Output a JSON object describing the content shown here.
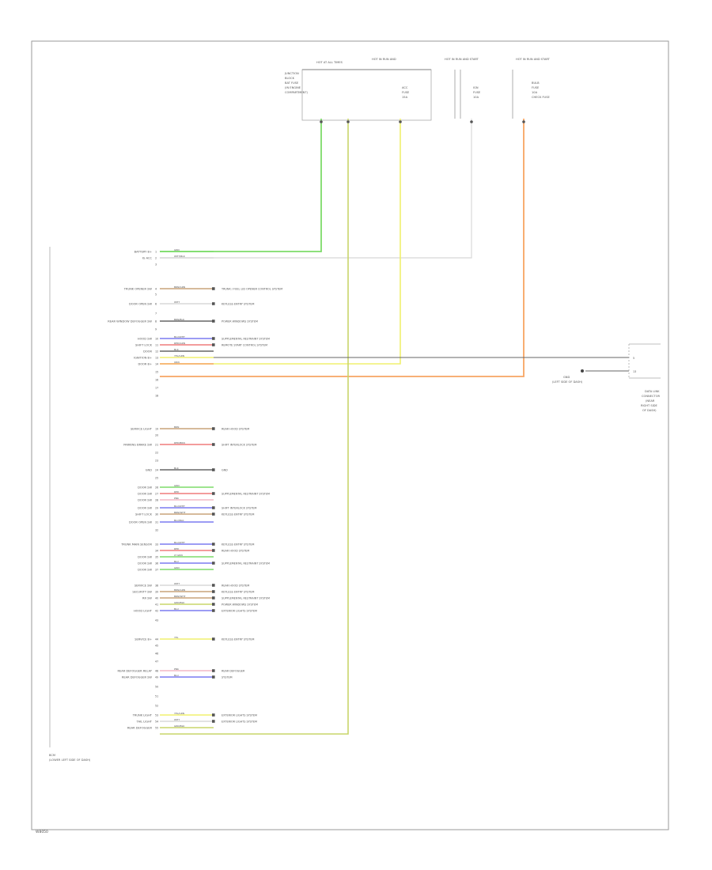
{
  "diagram": {
    "footer_code": "W8050",
    "frame_color": "#9a9a9a",
    "connector_note": "BCM",
    "connector_note_sub": "(LOWER LEFT SIDE OF DASH)",
    "wire_colors": {
      "green": "#7ddb6a",
      "yellow_green": "#c9d56a",
      "yellow": "#f0f06e",
      "white": "#d8d8d8",
      "orange": "#f7a563",
      "blue": "#7c7cf0",
      "red": "#ef7b7b",
      "pink": "#f4b9c5",
      "brown": "#c9a37a",
      "gray": "#aaaaaa",
      "black": "#666666",
      "violet": "#a07ad8"
    },
    "top_connectors": [
      {
        "id": "junction-block",
        "title": "HOT AT ALL TIMES",
        "lines": [
          "JUNCTION",
          "BLOCK",
          "BAT FUSE",
          "(IN ENGINE",
          "COMPARTMENT)"
        ]
      },
      {
        "id": "hot-run-acc",
        "title": "HOT IN RUN AND",
        "lines": [
          "ACC",
          "FUSE",
          "15A"
        ]
      },
      {
        "id": "hot-run-start",
        "title": "HOT IN RUN AND START",
        "lines": [
          "IGN",
          "FUSE",
          "10A"
        ]
      },
      {
        "id": "hot-run-start-bulb",
        "title": "HOT IN RUN AND START",
        "lines": [
          "BULB",
          "FUSE",
          "10A",
          "CHECK FUSE"
        ]
      }
    ],
    "right_connector": {
      "pins": [
        "5",
        "13"
      ],
      "labels": [
        "DATA LINK",
        "CONNECTOR",
        "(NEAR",
        "RIGHT SIDE",
        "OF DASH)"
      ],
      "ground_label": "GND"
    },
    "ground_label": "(LEFT SIDE OF DASH)",
    "pins": [
      {
        "pin": "1",
        "label": "BATTERY B+",
        "code": "GRN",
        "color": "green",
        "dest": ""
      },
      {
        "pin": "2",
        "label": "IG ACC",
        "code": "WHT/BLK",
        "color": "white",
        "dest": ""
      },
      {
        "pin": "3",
        "label": "",
        "code": "",
        "color": "",
        "dest": ""
      },
      {
        "pin": "4",
        "label": "TRUNK OPENER SW",
        "code": "BRN/GRN",
        "color": "brown",
        "dest": "TRUNK / FUEL LID OPENER CONTROL SYSTEM"
      },
      {
        "pin": "5",
        "label": "",
        "code": "",
        "color": "",
        "dest": ""
      },
      {
        "pin": "6",
        "label": "DOOR OPEN SW",
        "code": "WHT",
        "color": "white",
        "dest": "KEYLESS ENTRY SYSTEM"
      },
      {
        "pin": "7",
        "label": "",
        "code": "",
        "color": "",
        "dest": ""
      },
      {
        "pin": "8",
        "label": "REAR WINDOW DEFOGGER SW",
        "code": "BRN/BLK",
        "color": "black",
        "dest": "POWER WINDOWS SYSTEM"
      },
      {
        "pin": "9",
        "label": "",
        "code": "",
        "color": "",
        "dest": ""
      },
      {
        "pin": "10",
        "label": "HOOD SW",
        "code": "BLU/WHT",
        "color": "blue",
        "dest": "SUPPLEMENTAL RESTRAINT SYSTEM"
      },
      {
        "pin": "11",
        "label": "SHIFT LOCK",
        "code": "RED/GRN",
        "color": "red",
        "dest": "REMOTE START CONTROL SYSTEM"
      },
      {
        "pin": "12",
        "label": "DOOR",
        "code": "BLK",
        "color": "black",
        "dest": ""
      },
      {
        "pin": "13",
        "label": "IGNITION B+",
        "code": "YEL/GRN",
        "color": "yellow",
        "dest": ""
      },
      {
        "pin": "14",
        "label": "DOOR B+",
        "code": "ORN",
        "color": "orange",
        "dest": ""
      },
      {
        "pin": "15",
        "label": "",
        "code": "",
        "color": "",
        "dest": ""
      },
      {
        "pin": "16",
        "label": "",
        "code": "",
        "color": "",
        "dest": ""
      },
      {
        "pin": "17",
        "label": "",
        "code": "",
        "color": "",
        "dest": ""
      },
      {
        "pin": "18",
        "label": "",
        "code": "",
        "color": "",
        "dest": ""
      },
      {
        "pin": "19",
        "label": "SERVICE LIGHT",
        "code": "BRN",
        "color": "brown",
        "dest": "REAR HOOD SYSTEM"
      },
      {
        "pin": "20",
        "label": "",
        "code": "",
        "color": "",
        "dest": ""
      },
      {
        "pin": "21",
        "label": "PARKING BRAKE SW",
        "code": "RED/BRN",
        "color": "red",
        "dest": "SHIFT INTERLOCK SYSTEM"
      },
      {
        "pin": "22",
        "label": "",
        "code": "",
        "color": "",
        "dest": ""
      },
      {
        "pin": "23",
        "label": "",
        "code": "",
        "color": "",
        "dest": ""
      },
      {
        "pin": "24",
        "label": "GND",
        "code": "BLK",
        "color": "black",
        "dest": "GND"
      },
      {
        "pin": "25",
        "label": "",
        "code": "",
        "color": "",
        "dest": ""
      },
      {
        "pin": "26",
        "label": "DOOR SW",
        "code": "GRN",
        "color": "green",
        "dest": ""
      },
      {
        "pin": "27",
        "label": "DOOR SW",
        "code": "RED",
        "color": "red",
        "dest": "SUPPLEMENTAL RESTRAINT SYSTEM"
      },
      {
        "pin": "28",
        "label": "DOOR SW",
        "code": "PNK",
        "color": "pink",
        "dest": ""
      },
      {
        "pin": "29",
        "label": "DOOR SW",
        "code": "BLU/WHT",
        "color": "blue",
        "dest": "SHIFT INTERLOCK SYSTEM"
      },
      {
        "pin": "30",
        "label": "SHIFT LOCK",
        "code": "BRN/WHT",
        "color": "brown",
        "dest": "KEYLESS ENTRY SYSTEM"
      },
      {
        "pin": "31",
        "label": "DOOR OPEN SW",
        "code": "BLU/BLK",
        "color": "blue",
        "dest": ""
      },
      {
        "pin": "32",
        "label": "",
        "code": "",
        "color": "",
        "dest": ""
      },
      {
        "pin": "33",
        "label": "TRUNK MAIN SENSOR",
        "code": "BLU/WHT",
        "color": "blue",
        "dest": "KEYLESS ENTRY SYSTEM"
      },
      {
        "pin": "34",
        "label": "",
        "code": "RED",
        "color": "red",
        "dest": "REAR HOOD SYSTEM"
      },
      {
        "pin": "35",
        "label": "DOOR SW",
        "code": "LT GRN",
        "color": "green",
        "dest": ""
      },
      {
        "pin": "36",
        "label": "DOOR SW",
        "code": "BLU",
        "color": "blue",
        "dest": "SUPPLEMENTAL RESTRAINT SYSTEM"
      },
      {
        "pin": "37",
        "label": "DOOR SW",
        "code": "GRN",
        "color": "green",
        "dest": ""
      },
      {
        "pin": "38",
        "label": "SERVICE SW",
        "code": "WHT",
        "color": "white",
        "dest": "REAR HOOD SYSTEM"
      },
      {
        "pin": "39",
        "label": "SECURITY SW",
        "code": "BRN/GRN",
        "color": "brown",
        "dest": "KEYLESS ENTRY SYSTEM"
      },
      {
        "pin": "40",
        "label": "RR SW",
        "code": "BRN/WHT",
        "color": "brown",
        "dest": "SUPPLEMENTAL RESTRAINT SYSTEM"
      },
      {
        "pin": "41",
        "label": "",
        "code": "GRN/BLK",
        "color": "yellow_green",
        "dest": "POWER WINDOWS SYSTEM"
      },
      {
        "pin": "42",
        "label": "HOOD LIGHT",
        "code": "BLU",
        "color": "blue",
        "dest": "EXTERIOR LIGHTS SYSTEM"
      },
      {
        "pin": "43",
        "label": "",
        "code": "",
        "color": "",
        "dest": ""
      },
      {
        "pin": "44",
        "label": "SERVICE B+",
        "code": "YEL",
        "color": "yellow",
        "dest": "KEYLESS ENTRY SYSTEM"
      },
      {
        "pin": "45",
        "label": "",
        "code": "",
        "color": "",
        "dest": ""
      },
      {
        "pin": "46",
        "label": "",
        "code": "",
        "color": "",
        "dest": ""
      },
      {
        "pin": "47",
        "label": "",
        "code": "",
        "color": "",
        "dest": ""
      },
      {
        "pin": "48",
        "label": "REAR DEFOGGER RELAY",
        "code": "PNK",
        "color": "pink",
        "dest": "REAR DEFOGGER"
      },
      {
        "pin": "49",
        "label": "REAR DEFOGGER SW",
        "code": "BLU",
        "color": "blue",
        "dest": "SYSTEM"
      },
      {
        "pin": "50",
        "label": "",
        "code": "",
        "color": "",
        "dest": ""
      },
      {
        "pin": "51",
        "label": "",
        "code": "",
        "color": "",
        "dest": ""
      },
      {
        "pin": "52",
        "label": "",
        "code": "",
        "color": "",
        "dest": ""
      },
      {
        "pin": "53",
        "label": "TRUNK LIGHT",
        "code": "YEL/GRN",
        "color": "yellow",
        "dest": "EXTERIOR LIGHTS SYSTEM"
      },
      {
        "pin": "54",
        "label": "TAIL LIGHT",
        "code": "WHT",
        "color": "white",
        "dest": "EXTERIOR LIGHTS SYSTEM"
      },
      {
        "pin": "55",
        "label": "REAR DEFOGGER",
        "code": "GRN/BLK",
        "color": "yellow_green",
        "dest": ""
      }
    ]
  }
}
